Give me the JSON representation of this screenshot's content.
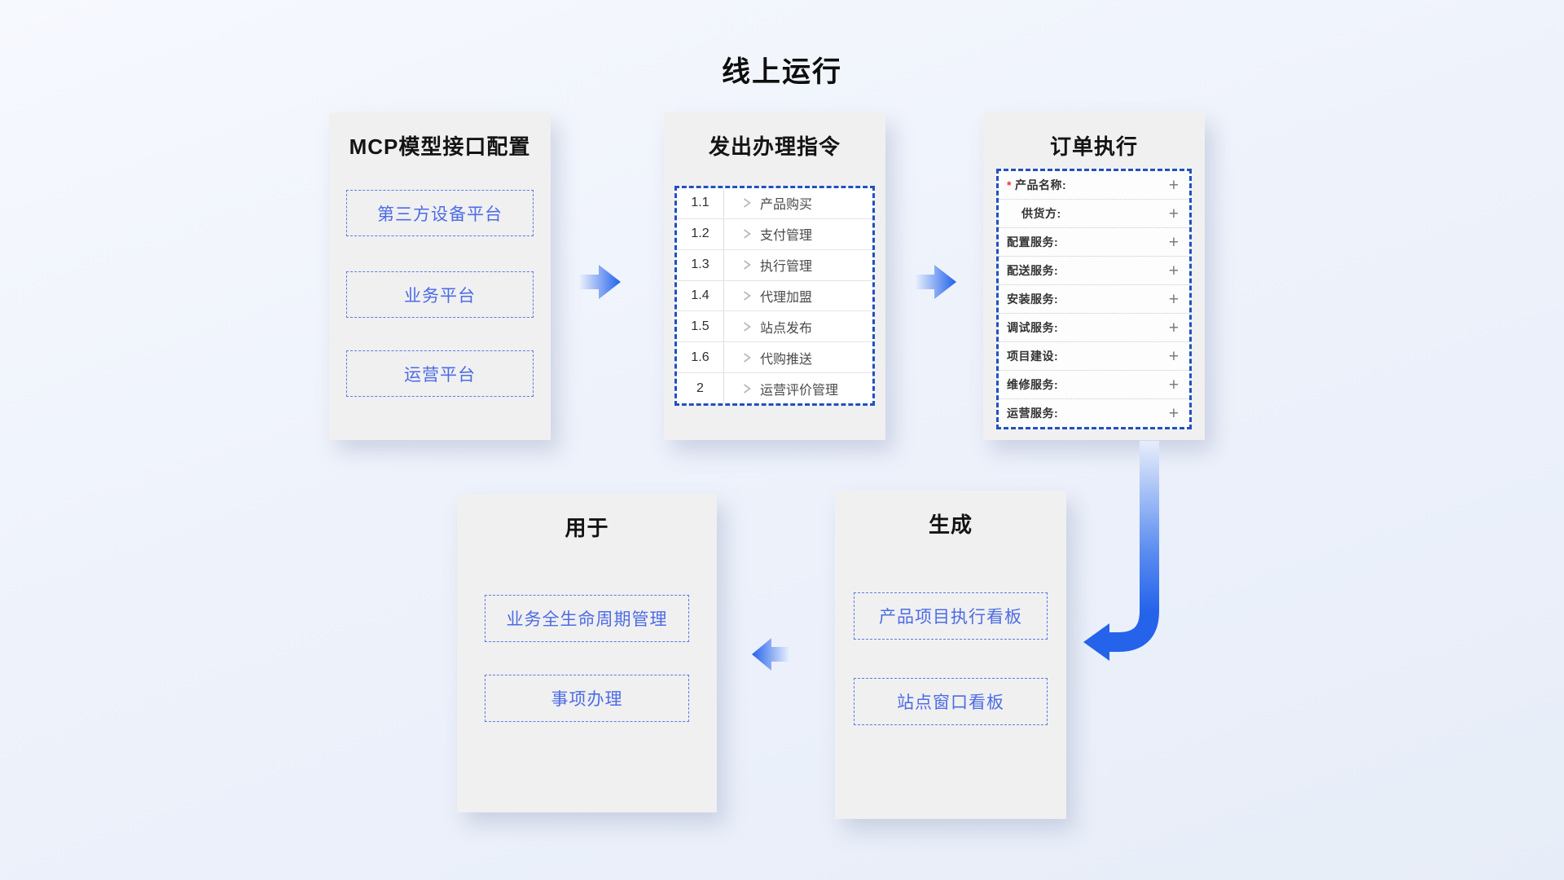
{
  "page": {
    "title": "线上运行"
  },
  "icons": {
    "plus": "+",
    "required_asterisk": "*"
  },
  "colors": {
    "accent_blue": "#2563eb",
    "pill_border": "#5b7ee0",
    "pill_text": "#4c6ce4",
    "panel_dashed_border": "#2151c0",
    "card_background": "#f0f0f1",
    "required_red": "#f23030"
  },
  "cards": {
    "mcp": {
      "title": "MCP模型接口配置",
      "items": [
        "第三方设备平台",
        "业务平台",
        "运营平台"
      ]
    },
    "instructions": {
      "title": "发出办理指令",
      "rows": [
        {
          "num": "1.1",
          "label": "产品购买"
        },
        {
          "num": "1.2",
          "label": "支付管理"
        },
        {
          "num": "1.3",
          "label": "执行管理"
        },
        {
          "num": "1.4",
          "label": "代理加盟"
        },
        {
          "num": "1.5",
          "label": "站点发布"
        },
        {
          "num": "1.6",
          "label": "代购推送"
        },
        {
          "num": "2",
          "label": "运营评价管理"
        }
      ]
    },
    "order": {
      "title": "订单执行",
      "rows": [
        {
          "label": "产品名称:"
        },
        {
          "label": "供货方:"
        },
        {
          "label": "配置服务:"
        },
        {
          "label": "配送服务:"
        },
        {
          "label": "安装服务:"
        },
        {
          "label": "调试服务:"
        },
        {
          "label": "项目建设:"
        },
        {
          "label": "维修服务:"
        },
        {
          "label": "运营服务:"
        }
      ]
    },
    "usage": {
      "title": "用于",
      "items": [
        "业务全生命周期管理",
        "事项办理"
      ]
    },
    "generate": {
      "title": "生成",
      "items": [
        "产品项目执行看板",
        "站点窗口看板"
      ]
    }
  }
}
